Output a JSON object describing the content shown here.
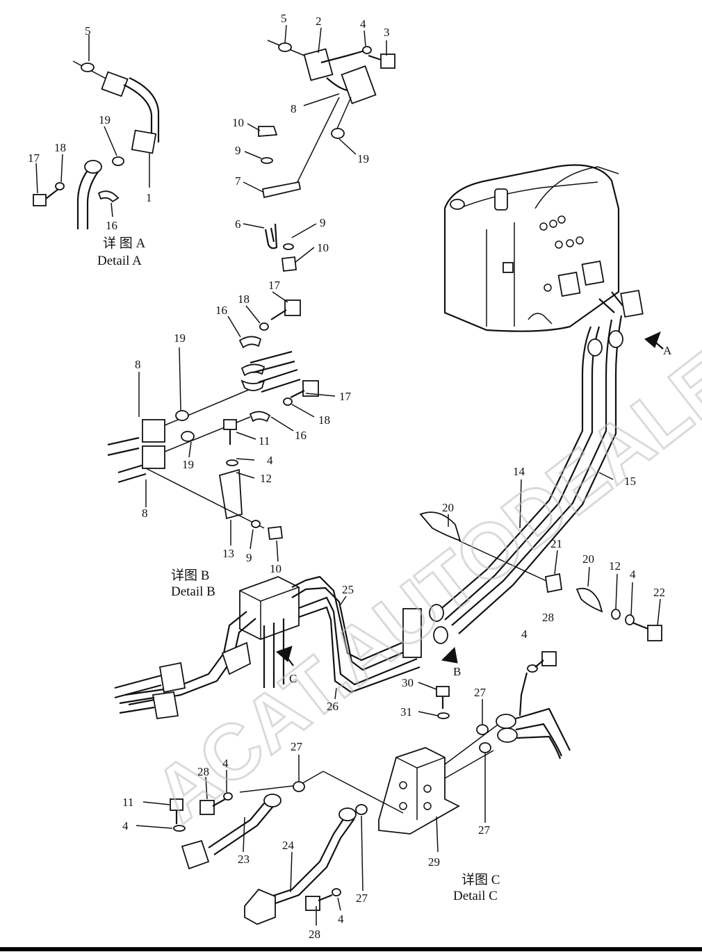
{
  "diagram": {
    "captions": {
      "detail_a_cn": "详 图 A",
      "detail_a_en": "Detail A",
      "detail_b_cn": "详图 B",
      "detail_b_en": "Detail B",
      "detail_c_cn": "详图 C",
      "detail_c_en": "Detail C"
    },
    "view_arrows": {
      "a": "A",
      "b": "B",
      "c": "C"
    },
    "watermark": "ACAT.AUTODEALER.RU",
    "callouts": {
      "a_5": "5",
      "a_19": "19",
      "a_18": "18",
      "a_17": "17",
      "a_16": "16",
      "a_1": "1",
      "t_5": "5",
      "t_2": "2",
      "t_4": "4",
      "t_3": "3",
      "t_8": "8",
      "t_10a": "10",
      "t_9a": "9",
      "t_19": "19",
      "t_7": "7",
      "t_6": "6",
      "t_9b": "9",
      "t_10b": "10",
      "b_17a": "17",
      "b_18a": "18",
      "b_16a": "16",
      "b_19a": "19",
      "b_8a": "8",
      "b_17b": "17",
      "b_18b": "18",
      "b_16b": "16",
      "b_11": "11",
      "b_4": "4",
      "b_12": "12",
      "b_19b": "19",
      "b_8b": "8",
      "b_13": "13",
      "b_9": "9",
      "b_10": "10",
      "m_20a": "20",
      "m_14": "14",
      "m_15": "15",
      "m_21": "21",
      "m_20b": "20",
      "m_12": "12",
      "m_4": "4",
      "m_22": "22",
      "m_25": "25",
      "m_26": "26",
      "m_28a": "28",
      "m_4b": "4",
      "m_30": "30",
      "m_31": "31",
      "m_27a": "27",
      "c_27a": "27",
      "c_27b": "27",
      "c_28": "28",
      "c_4a": "4",
      "c_11": "11",
      "c_4b": "4",
      "c_23": "23",
      "c_24": "24",
      "c_29": "29",
      "c_27c": "27",
      "c_28b": "28",
      "c_4c": "4"
    }
  }
}
